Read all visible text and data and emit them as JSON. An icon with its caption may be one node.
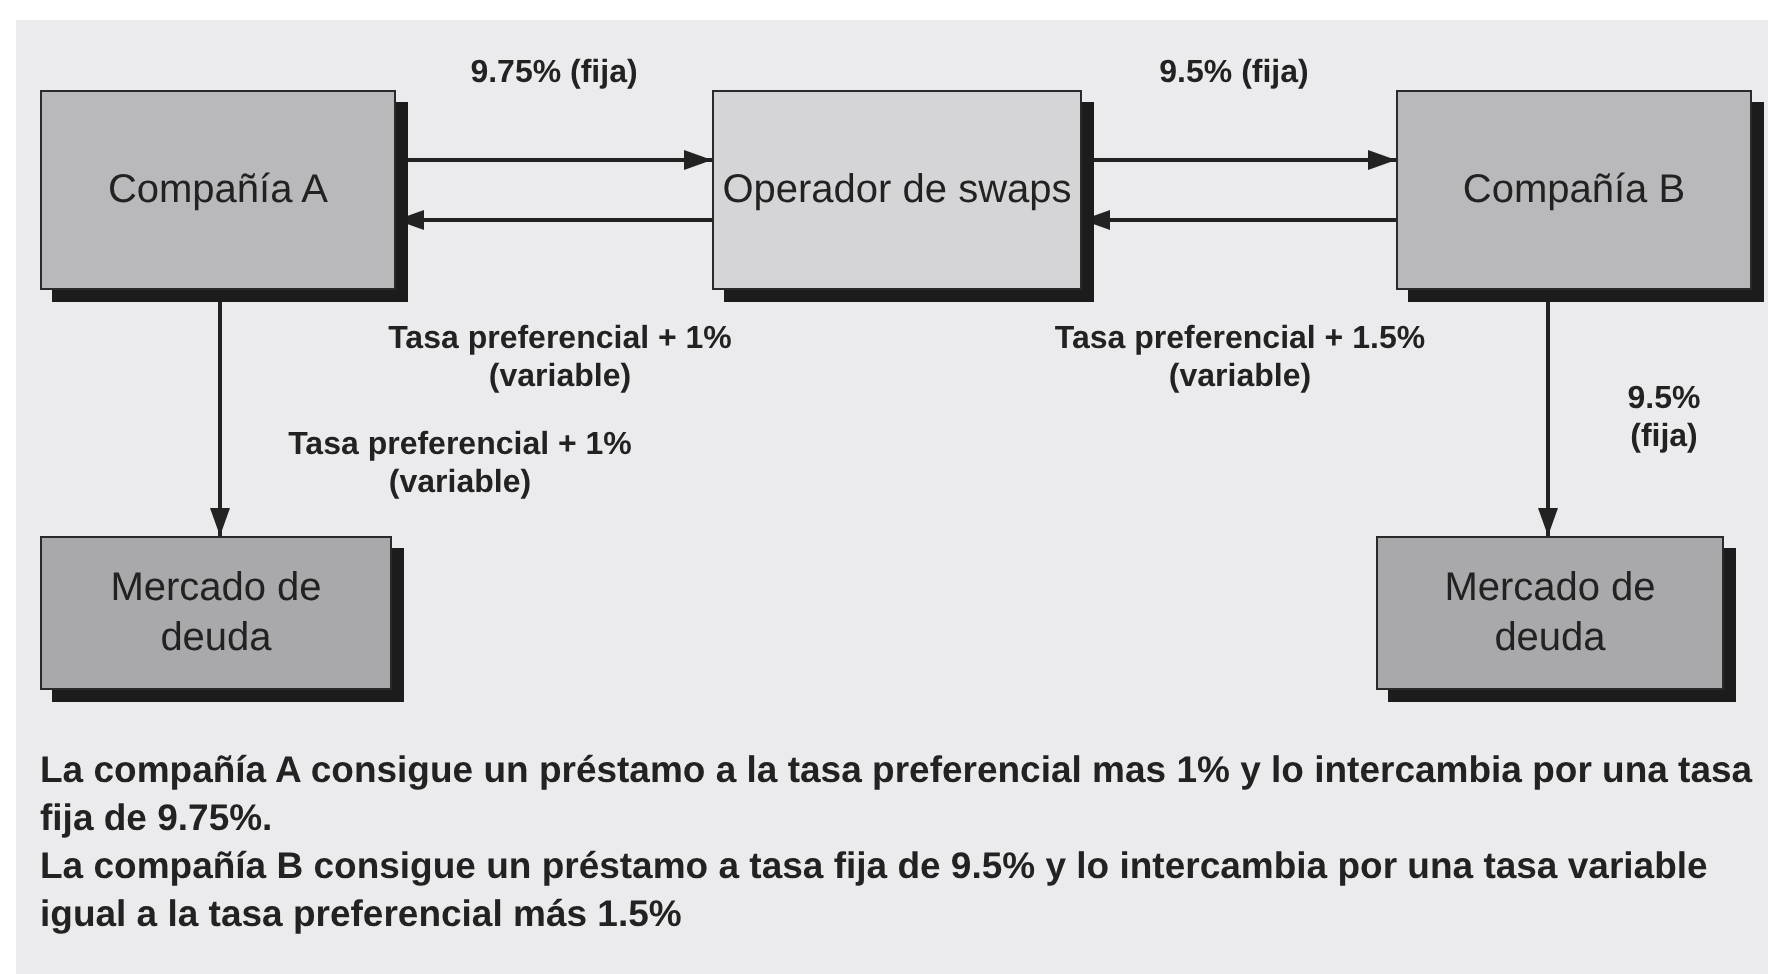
{
  "diagram": {
    "nodes": [
      {
        "text": [
          "Compañía A"
        ]
      },
      {
        "text": [
          "Operador de swaps"
        ]
      },
      {
        "text": [
          "Compañía B"
        ]
      },
      {
        "text": [
          "Mercado de deuda"
        ]
      },
      {
        "text": [
          "Mercado de deuda"
        ]
      }
    ],
    "edges": [
      {
        "from": 0,
        "to": 1,
        "arrow": "to",
        "label": "9.75% (fija)"
      },
      {
        "from": 1,
        "to": 0,
        "arrow": "to",
        "label": "Tasa preferencial + 1% (variable)"
      },
      {
        "from": 1,
        "to": 2,
        "arrow": "to",
        "label": "9.5% (fija)"
      },
      {
        "from": 2,
        "to": 1,
        "arrow": "to",
        "label": "Tasa preferencial + 1.5% (variable)"
      },
      {
        "from": 0,
        "to": 3,
        "arrow": "to",
        "label": "Tasa preferencial + 1% (variable)"
      },
      {
        "from": 2,
        "to": 4,
        "arrow": "to",
        "label": "9.5% (fija)"
      }
    ],
    "labels": [
      "La compañía A consigue un préstamo a la tasa preferencial mas 1% y lo intercambia por una tasa fija de 9.75%.",
      "La compañía B consigue un préstamo a tasa fija de 9.5% y lo intercambia por una tasa variable igual a la tasa preferencial más 1.5%"
    ]
  }
}
